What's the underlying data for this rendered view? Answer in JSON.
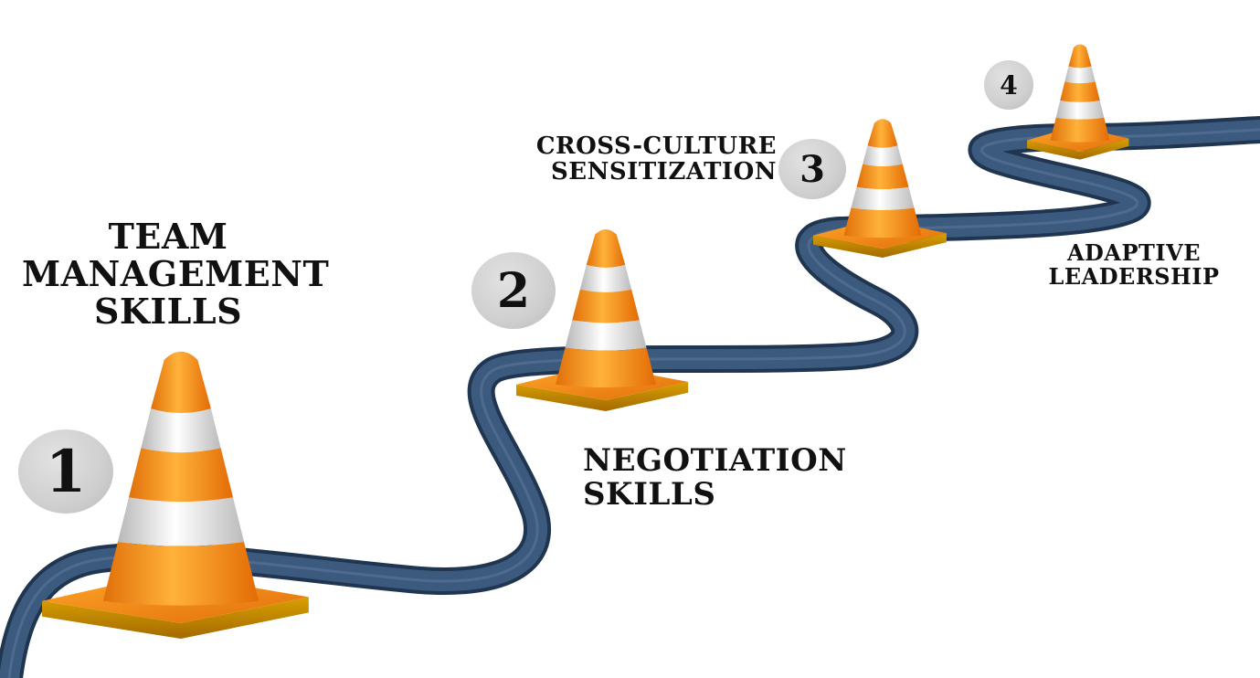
{
  "colors": {
    "road_fill": "#3c5a7d",
    "road_edge": "#1f3550",
    "cone_orange": "#f7900f",
    "cone_white": "#e6e6e6",
    "badge_grey": "#cccccc",
    "label_text": "#111111"
  },
  "steps": [
    {
      "number": "1",
      "lines": [
        "TEAM",
        "MANAGEMENT",
        "SKILLS"
      ],
      "icon": "traffic-cone-icon"
    },
    {
      "number": "2",
      "lines": [
        "NEGOTIATION",
        "SKILLS"
      ],
      "icon": "traffic-cone-icon"
    },
    {
      "number": "3",
      "lines": [
        "CROSS-CULTURE",
        "SENSITIZATION"
      ],
      "icon": "traffic-cone-icon"
    },
    {
      "number": "4",
      "lines": [
        "ADAPTIVE",
        "LEADERSHIP"
      ],
      "icon": "traffic-cone-icon"
    }
  ]
}
